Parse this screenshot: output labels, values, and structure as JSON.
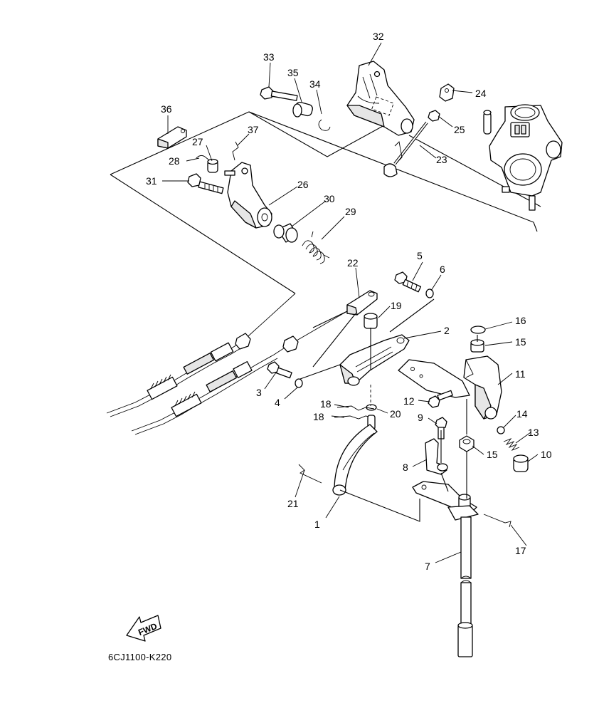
{
  "diagram": {
    "drawing_code": "6CJ1100-K220",
    "fwd_label": "FWD",
    "callouts": [
      "1",
      "2",
      "3",
      "4",
      "5",
      "6",
      "7",
      "8",
      "9",
      "10",
      "11",
      "12",
      "13",
      "14",
      "15",
      "15",
      "16",
      "17",
      "18",
      "18",
      "19",
      "20",
      "21",
      "22",
      "23",
      "24",
      "25",
      "26",
      "27",
      "28",
      "29",
      "30",
      "31",
      "32",
      "33",
      "34",
      "35",
      "36",
      "37"
    ]
  }
}
